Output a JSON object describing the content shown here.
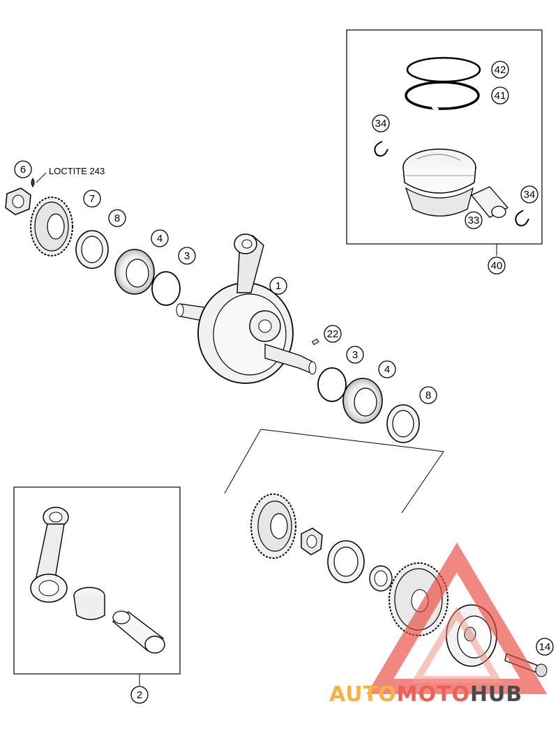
{
  "callouts": {
    "c1": "1",
    "c2": "2",
    "c3a": "3",
    "c3b": "3",
    "c4a": "4",
    "c4b": "4",
    "c6": "6",
    "c7": "7",
    "c8a": "8",
    "c8b": "8",
    "c14": "14",
    "c22": "22",
    "c33": "33",
    "c34a": "34",
    "c34b": "34",
    "c40": "40",
    "c41": "41",
    "c42": "42"
  },
  "note": {
    "loctite": "LOCTITE 243"
  },
  "watermark": {
    "part1": "AUTO",
    "part2": "MOTO",
    "part3": "HUB"
  },
  "colors": {
    "wm_orange": "#f5a623",
    "wm_red": "#e8463a",
    "wm_dark": "#2b2b2b",
    "line": "#000000"
  }
}
